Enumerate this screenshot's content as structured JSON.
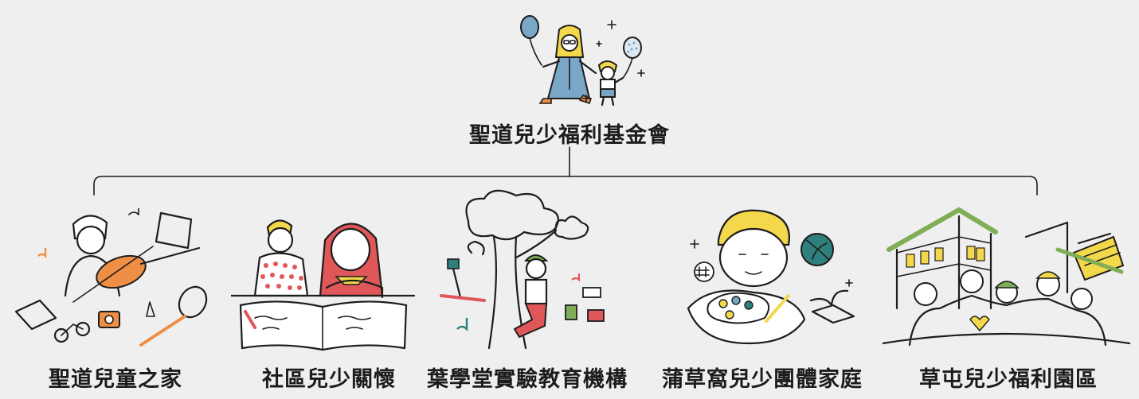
{
  "root": {
    "title": "聖道兒少福利基金會"
  },
  "children": [
    {
      "title": "聖道兒童之家"
    },
    {
      "title": "社區兒少關懷"
    },
    {
      "title": "葉學堂實驗教育機構"
    },
    {
      "title": "蒲草窩兒少團體家庭"
    },
    {
      "title": "草屯兒少福利園區"
    }
  ],
  "colors": {
    "background": "#efefef",
    "ink": "#1d1d1d",
    "blue": "#7aa7c7",
    "yellow": "#f3d84c",
    "orange": "#ef8f45",
    "red": "#e0575a",
    "green": "#7fae56",
    "teal": "#2f7f7c",
    "skin": "#ffffff"
  }
}
